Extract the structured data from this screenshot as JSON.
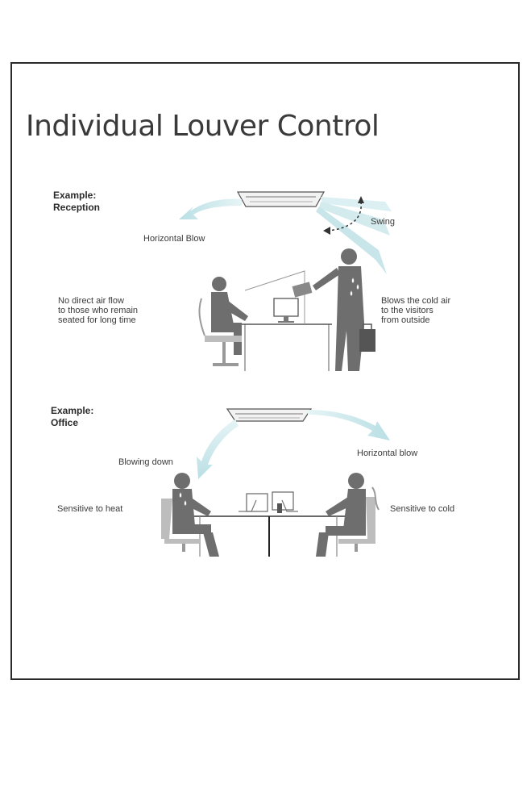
{
  "page": {
    "title": "Individual Louver Control"
  },
  "reception": {
    "heading_line1": "Example:",
    "heading_line2": "Reception",
    "horizontal_blow": "Horizontal Blow",
    "swing": "Swing",
    "left_note": [
      "No direct air flow",
      "to those who remain",
      "seated for long time"
    ],
    "right_note": [
      "Blows the cold air",
      "to the visitors",
      "from outside"
    ]
  },
  "office": {
    "heading_line1": "Example:",
    "heading_line2": "Office",
    "blowing_down": "Blowing down",
    "horizontal_blow": "Horizontal blow",
    "sensitive_heat": "Sensitive to heat",
    "sensitive_cold": "Sensitive to cold"
  },
  "colors": {
    "airflow": "#cfe9ec",
    "silhouette": "#6e6e6e",
    "frame": "#2a2a2a",
    "text": "#3a3a3a"
  }
}
